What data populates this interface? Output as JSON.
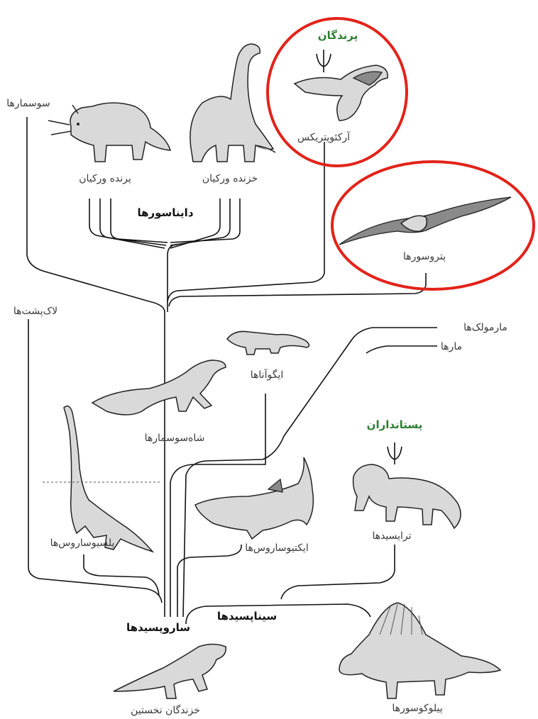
{
  "labels": {
    "birds": "پرندگان",
    "archaeopteryx": "آرکئوپتریکس",
    "lizards_crocs": "سوسمارها",
    "ornithischia": "پرنده ورکیان",
    "saurischia": "خزنده ورکیان",
    "dinosaurs": "دایناسورها",
    "pterosaurs": "پتروسورها",
    "turtles": "لاک‌پشت‌ها",
    "lizards": "مارمولک‌ها",
    "snakes": "مارها",
    "iguanas": "ایگوآناها",
    "thecodonts": "شاه‌سوسمارها",
    "mammals": "پستانداران",
    "plesiosaurs": "پلسیوساروس‌ها",
    "ichthyosaurs": "ایکتیوساروس‌ها",
    "therapsids": "ترایسیدها",
    "sauropsids": "ساروپسیدها",
    "synapsids": "سیناپسیدها",
    "stem_reptiles": "خزندگان نخستین",
    "pelycosaurs": "پیلوکوسورها"
  },
  "colors": {
    "highlight": "#e2231a",
    "group_label": "#2e7d32",
    "line": "#111111"
  }
}
